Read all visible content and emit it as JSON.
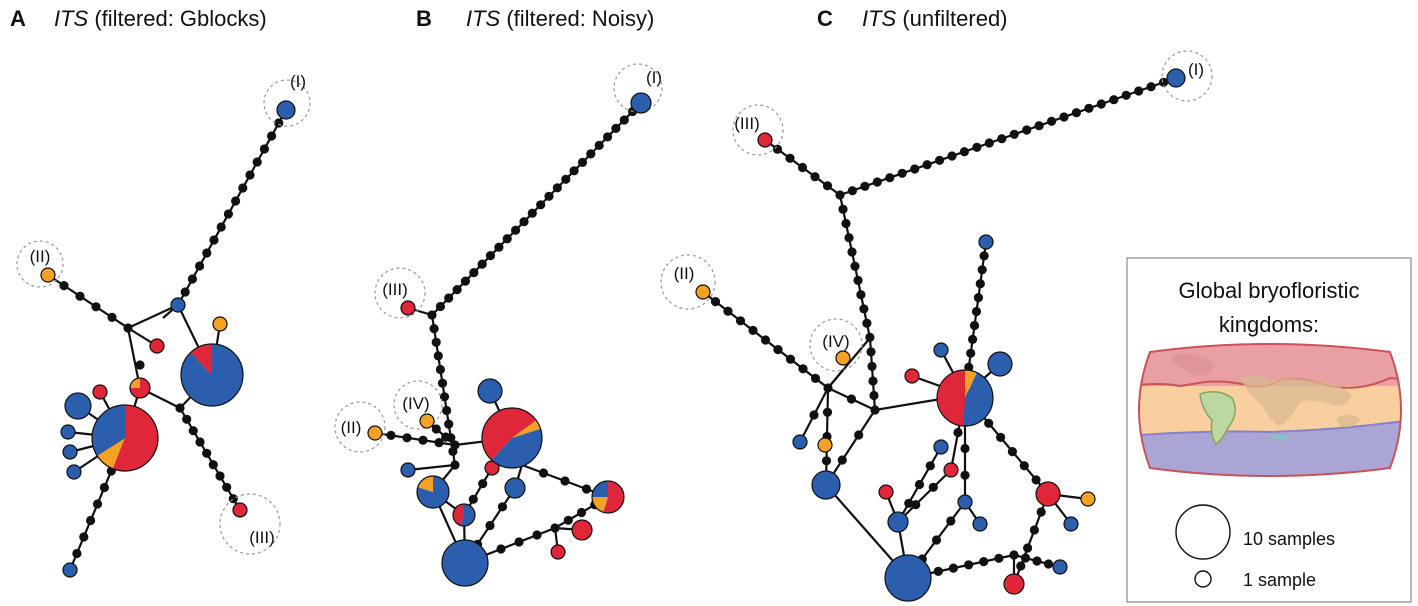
{
  "panels": [
    {
      "letter": "A",
      "title_italic": "ITS",
      "title_rest": " (filtered: Gblocks)"
    },
    {
      "letter": "B",
      "title_italic": "ITS",
      "title_rest": " (filtered: Noisy)"
    },
    {
      "letter": "C",
      "title_italic": "ITS",
      "title_rest": " (unfiltered)"
    }
  ],
  "haplotype_labels": [
    "(I)",
    "(II)",
    "(III)",
    "(IV)"
  ],
  "legend": {
    "title_line1": "Global bryofloristic",
    "title_line2": "kingdoms:",
    "size_large": "10 samples",
    "size_small": "1 sample"
  },
  "colors": {
    "blue": "#2b5fad",
    "red": "#e0273a",
    "orange": "#f4a126",
    "node": "#111111",
    "map_red": "#e8a0a4",
    "map_orange": "#f9cfa0",
    "map_blue": "#a9a6d6",
    "map_green": "#bcd7a1"
  }
}
